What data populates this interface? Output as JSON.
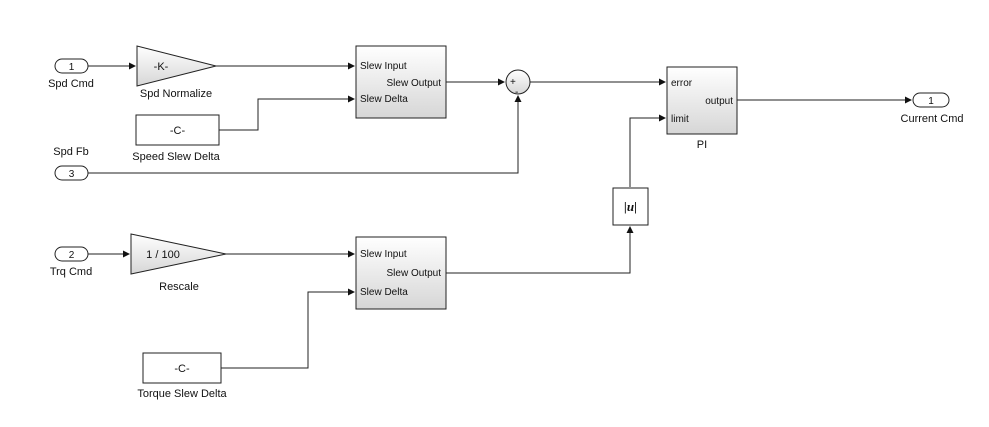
{
  "diagram": {
    "inports": {
      "spd_cmd": {
        "number": "1",
        "label": "Spd Cmd"
      },
      "spd_fb": {
        "number": "3",
        "label": "Spd Fb"
      },
      "trq_cmd": {
        "number": "2",
        "label": "Trq Cmd"
      }
    },
    "outport": {
      "number": "1",
      "label": "Current Cmd"
    },
    "gain_spd": {
      "text": "-K-",
      "label": "Spd Normalize"
    },
    "gain_trq": {
      "text": "1 / 100",
      "label": "Rescale"
    },
    "const_speed": {
      "text": "-C-",
      "label": "Speed Slew Delta"
    },
    "const_torque": {
      "text": "-C-",
      "label": "Torque Slew Delta"
    },
    "slew_spd": {
      "in1": "Slew Input",
      "in2": "Slew Delta",
      "out": "Slew Output"
    },
    "slew_trq": {
      "in1": "Slew Input",
      "in2": "Slew Delta",
      "out": "Slew Output"
    },
    "sum": {
      "plus": "+",
      "minus": "-"
    },
    "abs": {
      "text": "|u|"
    },
    "pi": {
      "in1": "error",
      "in2": "limit",
      "out": "output",
      "label": "PI"
    }
  },
  "colors": {
    "block_fill_top": "#ffffff",
    "block_fill_bottom": "#d9d9d9",
    "line": "#222222"
  }
}
